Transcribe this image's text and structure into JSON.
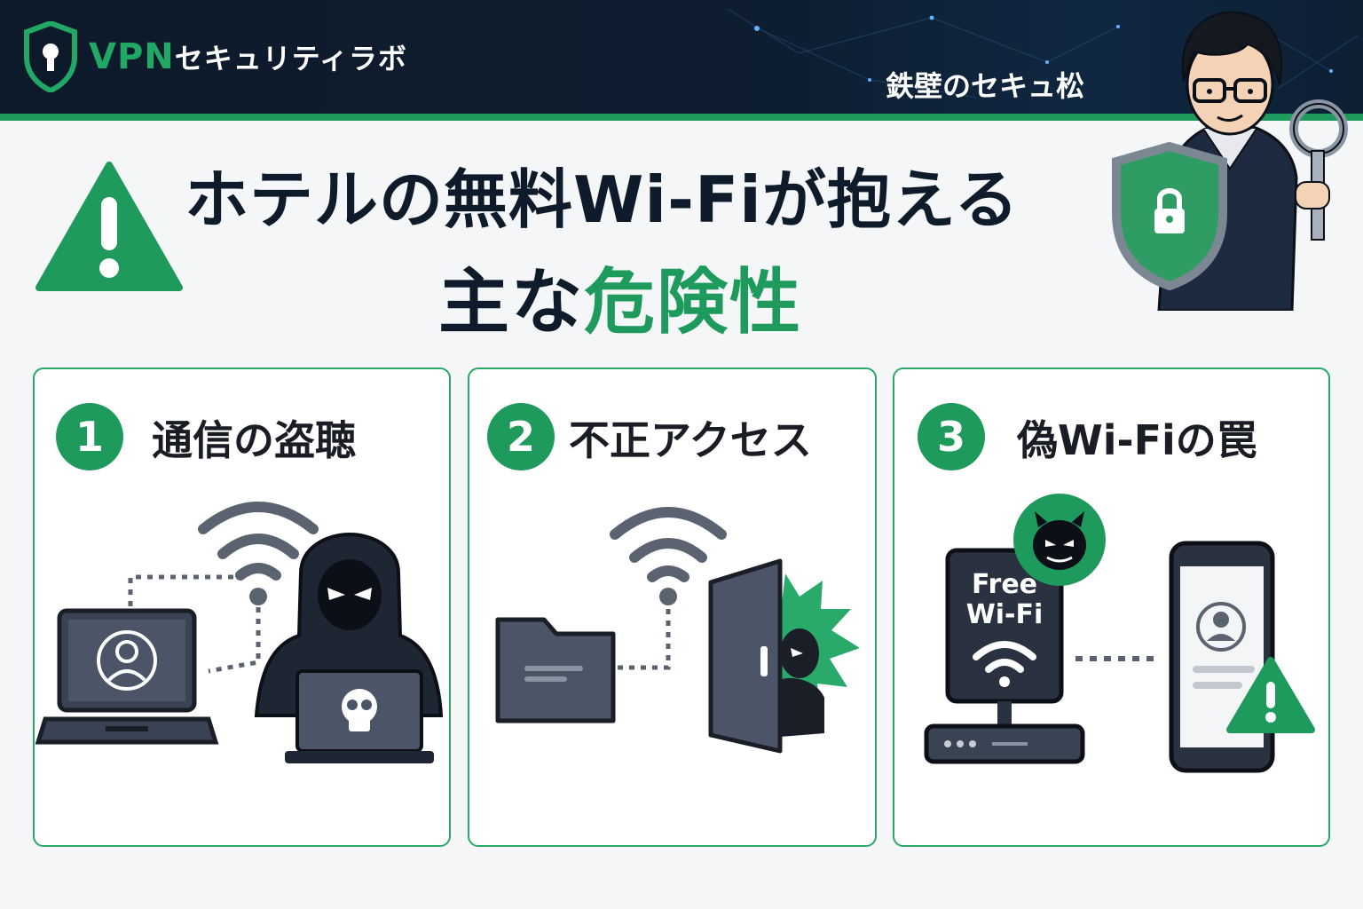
{
  "header": {
    "logo_vpn": "VPN",
    "logo_rest": "セキュリティラボ",
    "character_name": "鉄壁のセキュ松"
  },
  "title": {
    "line1": "ホテルの無料Wi-Fiが抱える",
    "line2_plain": "主な",
    "line2_accent": "危険性"
  },
  "risks": [
    {
      "number": "1",
      "label": "通信の盗聴"
    },
    {
      "number": "2",
      "label": "不正アクセス"
    },
    {
      "number": "3",
      "label": "偽Wi-Fiの罠",
      "sign_line1": "Free",
      "sign_line2": "Wi-Fi"
    }
  ],
  "colors": {
    "accent_green": "#1e9a5c",
    "header_navy": "#0d1a2a",
    "dark_device": "#2a3140"
  },
  "icons": [
    "shield-keyhole-icon",
    "warning-icon",
    "wifi-icon",
    "laptop-icon",
    "user-icon",
    "hacker-icon",
    "skull-icon",
    "folder-icon",
    "door-icon",
    "devil-icon",
    "router-icon",
    "smartphone-icon"
  ]
}
